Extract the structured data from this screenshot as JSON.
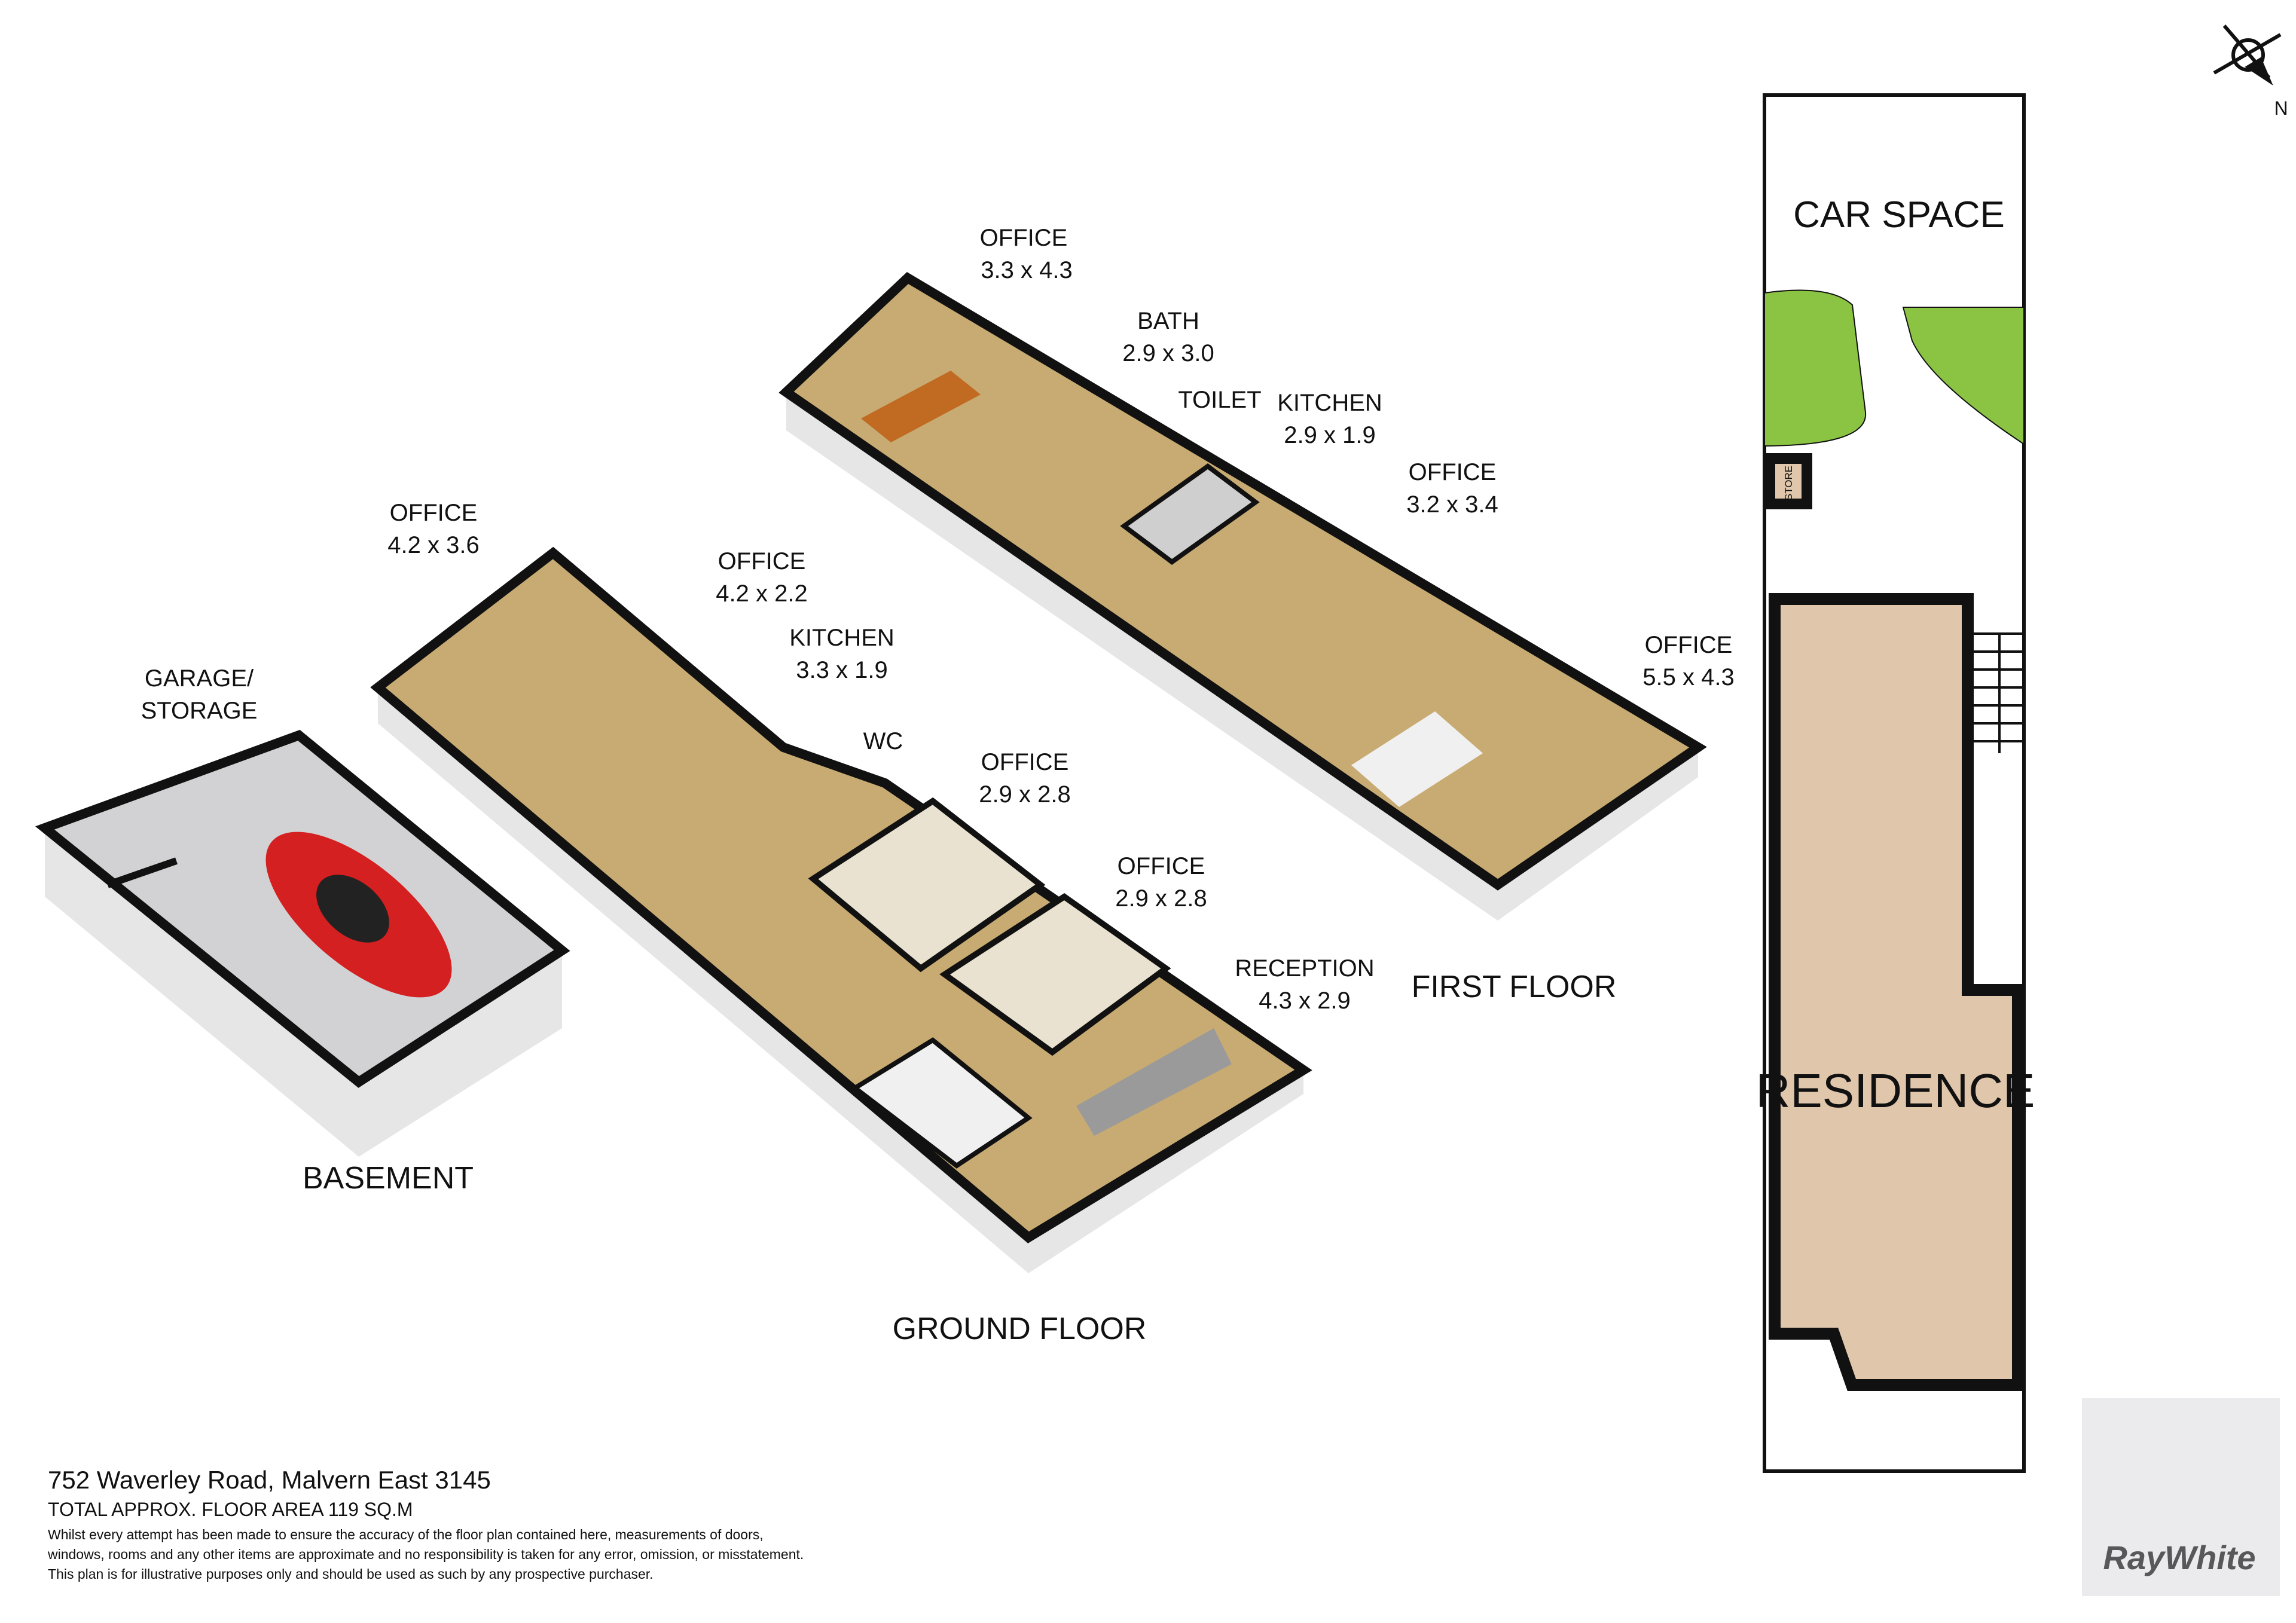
{
  "floors": {
    "basement": "BASEMENT",
    "ground": "GROUND FLOOR",
    "first": "FIRST FLOOR"
  },
  "rooms": [
    {
      "name": "OFFICE",
      "dims": "3.3 x 4.3"
    },
    {
      "name": "BATH",
      "dims": "2.9 x 3.0"
    },
    {
      "name": "TOILET",
      "dims": ""
    },
    {
      "name": "KITCHEN",
      "dims": "2.9 x 1.9"
    },
    {
      "name": "OFFICE",
      "dims": "3.2 x 3.4"
    },
    {
      "name": "OFFICE",
      "dims": "5.5 x 4.3"
    },
    {
      "name": "OFFICE",
      "dims": "4.2 x 3.6"
    },
    {
      "name": "OFFICE",
      "dims": "4.2 x 2.2"
    },
    {
      "name": "KITCHEN",
      "dims": "3.3 x 1.9"
    },
    {
      "name": "GARAGE/",
      "name2": "STORAGE"
    },
    {
      "name": "WC",
      "dims": ""
    },
    {
      "name": "OFFICE",
      "dims": "2.9 x 2.8"
    },
    {
      "name": "OFFICE",
      "dims": "2.9 x 2.8"
    },
    {
      "name": "RECEPTION",
      "dims": "4.3 x 2.9"
    }
  ],
  "site_plan": {
    "car_space": "CAR SPACE",
    "store": "STORE",
    "residence": "RESIDENCE",
    "colors": {
      "garden": "#8bc443",
      "residence": "#e0c6ab"
    }
  },
  "compass": {
    "north": "N"
  },
  "footer": {
    "address": "752 Waverley Road, Malvern East 3145",
    "total_area": "TOTAL APPROX. FLOOR AREA 119 SQ.M",
    "disclaimer": [
      "Whilst every attempt has been made to ensure the accuracy of the floor plan contained here, measurements of doors,",
      "windows, rooms and any other items are approximate and no responsibility is taken for any error, omission, or misstatement.",
      "This plan is for illustrative purposes only and should be used as such by any prospective purchaser."
    ]
  },
  "logo": {
    "text": "RayWhite"
  }
}
